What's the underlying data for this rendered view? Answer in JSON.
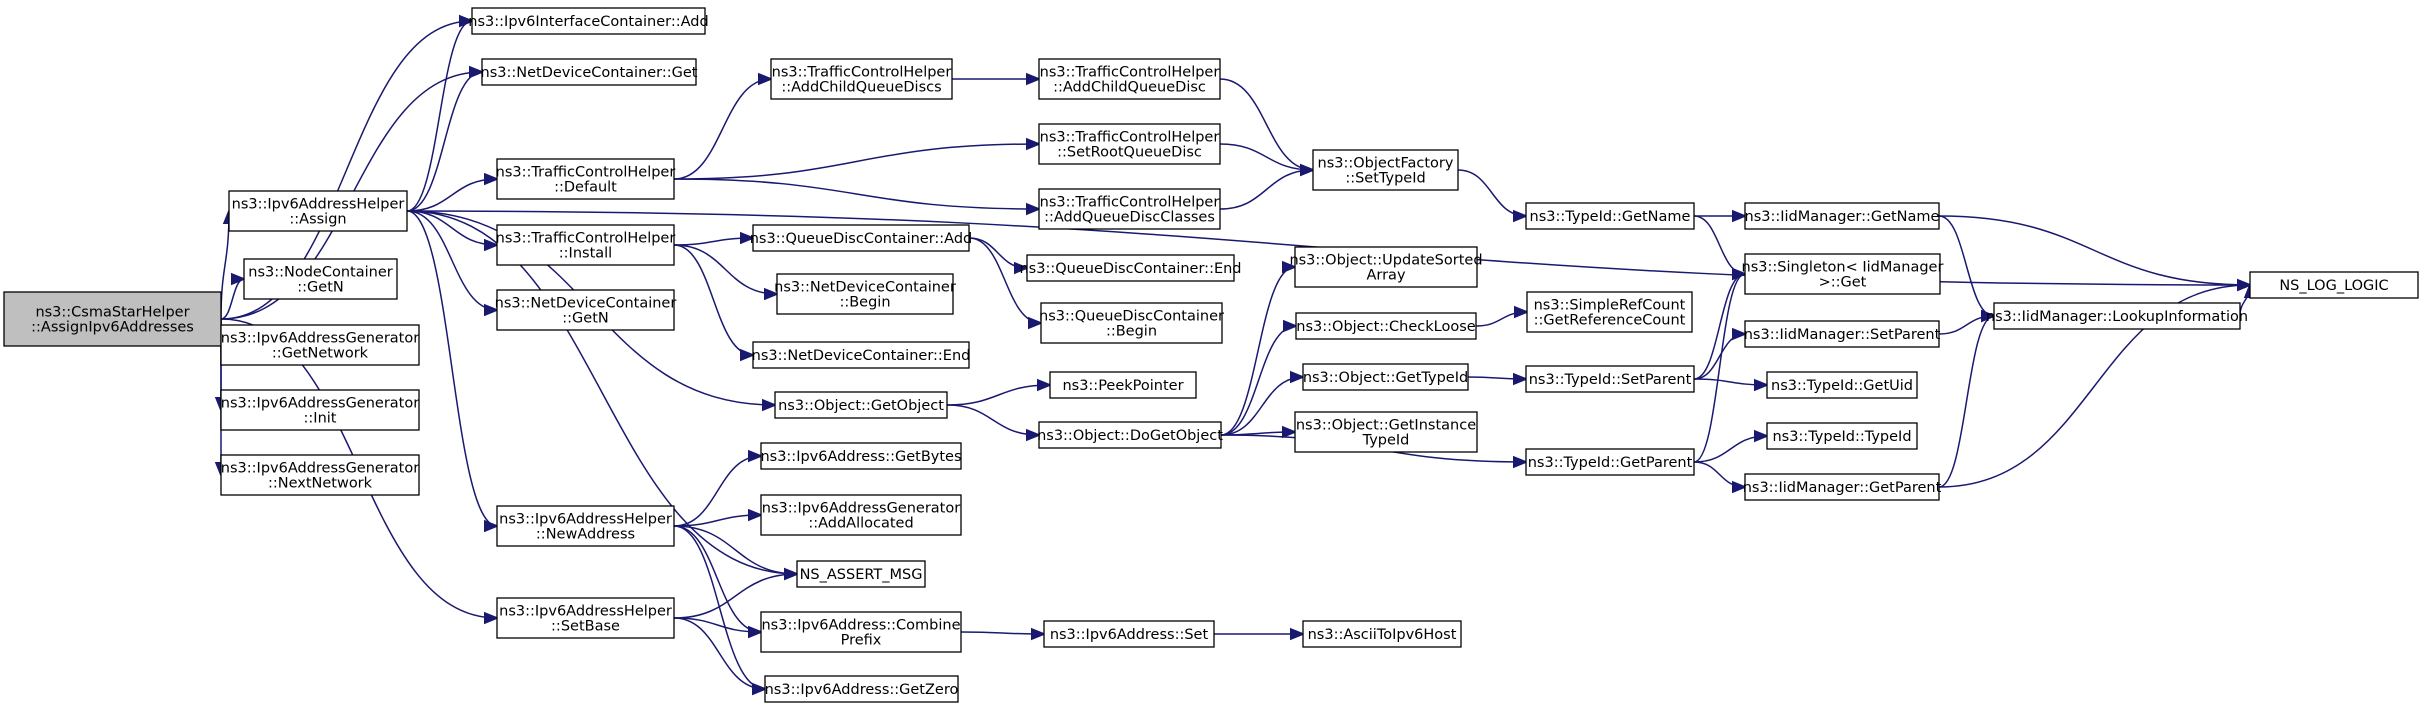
{
  "nodes": [
    {
      "id": "root",
      "lines": [
        "ns3::CsmaStarHelper",
        "::AssignIpv6Addresses"
      ],
      "root": true
    },
    {
      "id": "ifc_add",
      "lines": [
        "ns3::Ipv6InterfaceContainer::Add"
      ]
    },
    {
      "id": "ndc_get",
      "lines": [
        "ns3::NetDeviceContainer::Get"
      ]
    },
    {
      "id": "a6h_assign",
      "lines": [
        "ns3::Ipv6AddressHelper",
        "::Assign"
      ]
    },
    {
      "id": "nc_getn",
      "lines": [
        "ns3::NodeContainer",
        "::GetN"
      ]
    },
    {
      "id": "a6g_getnet",
      "lines": [
        "ns3::Ipv6AddressGenerator",
        "::GetNetwork"
      ]
    },
    {
      "id": "a6g_init",
      "lines": [
        "ns3::Ipv6AddressGenerator",
        "::Init"
      ]
    },
    {
      "id": "a6g_next",
      "lines": [
        "ns3::Ipv6AddressGenerator",
        "::NextNetwork"
      ]
    },
    {
      "id": "a6h_setbase",
      "lines": [
        "ns3::Ipv6AddressHelper",
        "::SetBase"
      ]
    },
    {
      "id": "tch_default",
      "lines": [
        "ns3::TrafficControlHelper",
        "::Default"
      ]
    },
    {
      "id": "tch_install",
      "lines": [
        "ns3::TrafficControlHelper",
        "::Install"
      ]
    },
    {
      "id": "ndc_getn",
      "lines": [
        "ns3::NetDeviceContainer",
        "::GetN"
      ]
    },
    {
      "id": "a6h_newaddr",
      "lines": [
        "ns3::Ipv6AddressHelper",
        "::NewAddress"
      ]
    },
    {
      "id": "tch_addchildqds",
      "lines": [
        "ns3::TrafficControlHelper",
        "::AddChildQueueDiscs"
      ]
    },
    {
      "id": "qdc_add",
      "lines": [
        "ns3::QueueDiscContainer::Add"
      ]
    },
    {
      "id": "ndc_begin",
      "lines": [
        "ns3::NetDeviceContainer",
        "::Begin"
      ]
    },
    {
      "id": "ndc_end",
      "lines": [
        "ns3::NetDeviceContainer::End"
      ]
    },
    {
      "id": "obj_getobject",
      "lines": [
        "ns3::Object::GetObject"
      ]
    },
    {
      "id": "a6_getbytes",
      "lines": [
        "ns3::Ipv6Address::GetBytes"
      ]
    },
    {
      "id": "a6g_addalloc",
      "lines": [
        "ns3::Ipv6AddressGenerator",
        "::AddAllocated"
      ]
    },
    {
      "id": "assert_msg",
      "lines": [
        "NS_ASSERT_MSG"
      ]
    },
    {
      "id": "a6_combine",
      "lines": [
        "ns3::Ipv6Address::Combine",
        "Prefix"
      ]
    },
    {
      "id": "a6_getzero",
      "lines": [
        "ns3::Ipv6Address::GetZero"
      ]
    },
    {
      "id": "tch_addchildqd",
      "lines": [
        "ns3::TrafficControlHelper",
        "::AddChildQueueDisc"
      ]
    },
    {
      "id": "tch_setroot",
      "lines": [
        "ns3::TrafficControlHelper",
        "::SetRootQueueDisc"
      ]
    },
    {
      "id": "tch_addqdclasses",
      "lines": [
        "ns3::TrafficControlHelper",
        "::AddQueueDiscClasses"
      ]
    },
    {
      "id": "qdc_end",
      "lines": [
        "ns3::QueueDiscContainer::End"
      ]
    },
    {
      "id": "qdc_begin",
      "lines": [
        "ns3::QueueDiscContainer",
        "::Begin"
      ]
    },
    {
      "id": "peekpointer",
      "lines": [
        "ns3::PeekPointer"
      ]
    },
    {
      "id": "obj_dogetobject",
      "lines": [
        "ns3::Object::DoGetObject"
      ]
    },
    {
      "id": "a6_set",
      "lines": [
        "ns3::Ipv6Address::Set"
      ]
    },
    {
      "id": "of_settypeid",
      "lines": [
        "ns3::ObjectFactory",
        "::SetTypeId"
      ]
    },
    {
      "id": "obj_updsorted",
      "lines": [
        "ns3::Object::UpdateSorted",
        "Array"
      ]
    },
    {
      "id": "obj_checkloose",
      "lines": [
        "ns3::Object::CheckLoose"
      ]
    },
    {
      "id": "obj_gettypeid",
      "lines": [
        "ns3::Object::GetTypeId"
      ]
    },
    {
      "id": "obj_getinsttypeid",
      "lines": [
        "ns3::Object::GetInstance",
        "TypeId"
      ]
    },
    {
      "id": "ascii2ipv6",
      "lines": [
        "ns3::AsciiToIpv6Host"
      ]
    },
    {
      "id": "tid_getname",
      "lines": [
        "ns3::TypeId::GetName"
      ]
    },
    {
      "id": "src_getrefcount",
      "lines": [
        "ns3::SimpleRefCount",
        "::GetReferenceCount"
      ]
    },
    {
      "id": "tid_setparent",
      "lines": [
        "ns3::TypeId::SetParent"
      ]
    },
    {
      "id": "tid_getparent",
      "lines": [
        "ns3::TypeId::GetParent"
      ]
    },
    {
      "id": "iid_getname",
      "lines": [
        "ns3::IidManager::GetName"
      ]
    },
    {
      "id": "singleton_get",
      "lines": [
        "ns3::Singleton< IidManager",
        " >::Get"
      ]
    },
    {
      "id": "iid_setparent",
      "lines": [
        "ns3::IidManager::SetParent"
      ]
    },
    {
      "id": "tid_getuid",
      "lines": [
        "ns3::TypeId::GetUid"
      ]
    },
    {
      "id": "tid_typeid",
      "lines": [
        "ns3::TypeId::TypeId"
      ]
    },
    {
      "id": "iid_getparent",
      "lines": [
        "ns3::IidManager::GetParent"
      ]
    },
    {
      "id": "iid_lookup",
      "lines": [
        "ns3::IidManager::LookupInformation"
      ]
    },
    {
      "id": "ns_log_logic",
      "lines": [
        "NS_LOG_LOGIC"
      ]
    }
  ],
  "edges": [
    [
      "root",
      "ifc_add"
    ],
    [
      "root",
      "ndc_get"
    ],
    [
      "root",
      "a6h_assign"
    ],
    [
      "root",
      "nc_getn"
    ],
    [
      "root",
      "a6g_getnet"
    ],
    [
      "root",
      "a6g_init"
    ],
    [
      "root",
      "a6g_next"
    ],
    [
      "root",
      "a6h_setbase"
    ],
    [
      "a6h_assign",
      "ifc_add"
    ],
    [
      "a6h_assign",
      "ndc_get"
    ],
    [
      "a6h_assign",
      "ns_log_logic"
    ],
    [
      "a6h_assign",
      "tch_default"
    ],
    [
      "a6h_assign",
      "tch_install"
    ],
    [
      "a6h_assign",
      "ndc_getn"
    ],
    [
      "a6h_assign",
      "obj_getobject"
    ],
    [
      "a6h_assign",
      "a6h_newaddr"
    ],
    [
      "a6h_assign",
      "assert_msg"
    ],
    [
      "a6h_setbase",
      "assert_msg"
    ],
    [
      "a6h_setbase",
      "a6_combine"
    ],
    [
      "a6h_setbase",
      "a6_getzero"
    ],
    [
      "tch_default",
      "tch_addchildqds"
    ],
    [
      "tch_default",
      "tch_setroot"
    ],
    [
      "tch_default",
      "tch_addqdclasses"
    ],
    [
      "tch_install",
      "qdc_add"
    ],
    [
      "tch_install",
      "ndc_begin"
    ],
    [
      "tch_install",
      "ndc_end"
    ],
    [
      "a6h_newaddr",
      "a6_getbytes"
    ],
    [
      "a6h_newaddr",
      "a6g_addalloc"
    ],
    [
      "a6h_newaddr",
      "assert_msg"
    ],
    [
      "a6h_newaddr",
      "a6_combine"
    ],
    [
      "a6h_newaddr",
      "a6_getzero"
    ],
    [
      "tch_addchildqds",
      "tch_addchildqd"
    ],
    [
      "tch_addchildqd",
      "of_settypeid"
    ],
    [
      "tch_setroot",
      "of_settypeid"
    ],
    [
      "tch_addqdclasses",
      "of_settypeid"
    ],
    [
      "qdc_add",
      "qdc_end"
    ],
    [
      "qdc_add",
      "qdc_begin"
    ],
    [
      "obj_getobject",
      "peekpointer"
    ],
    [
      "obj_getobject",
      "obj_dogetobject"
    ],
    [
      "obj_dogetobject",
      "obj_updsorted"
    ],
    [
      "obj_dogetobject",
      "obj_checkloose"
    ],
    [
      "obj_dogetobject",
      "obj_gettypeid"
    ],
    [
      "obj_dogetobject",
      "obj_getinsttypeid"
    ],
    [
      "obj_dogetobject",
      "tid_getparent"
    ],
    [
      "a6_combine",
      "a6_set"
    ],
    [
      "a6_set",
      "ascii2ipv6"
    ],
    [
      "of_settypeid",
      "tid_getname"
    ],
    [
      "obj_checkloose",
      "src_getrefcount"
    ],
    [
      "obj_gettypeid",
      "tid_setparent"
    ],
    [
      "tid_getname",
      "iid_getname"
    ],
    [
      "tid_getname",
      "singleton_get"
    ],
    [
      "tid_setparent",
      "singleton_get"
    ],
    [
      "tid_setparent",
      "iid_setparent"
    ],
    [
      "tid_setparent",
      "tid_getuid"
    ],
    [
      "tid_getparent",
      "singleton_get"
    ],
    [
      "tid_getparent",
      "tid_typeid"
    ],
    [
      "tid_getparent",
      "iid_getparent"
    ],
    [
      "iid_getname",
      "iid_lookup"
    ],
    [
      "iid_getname",
      "ns_log_logic"
    ],
    [
      "iid_setparent",
      "iid_lookup"
    ],
    [
      "iid_getparent",
      "iid_lookup"
    ],
    [
      "iid_getparent",
      "ns_log_logic"
    ],
    [
      "iid_lookup",
      "ns_log_logic"
    ]
  ]
}
